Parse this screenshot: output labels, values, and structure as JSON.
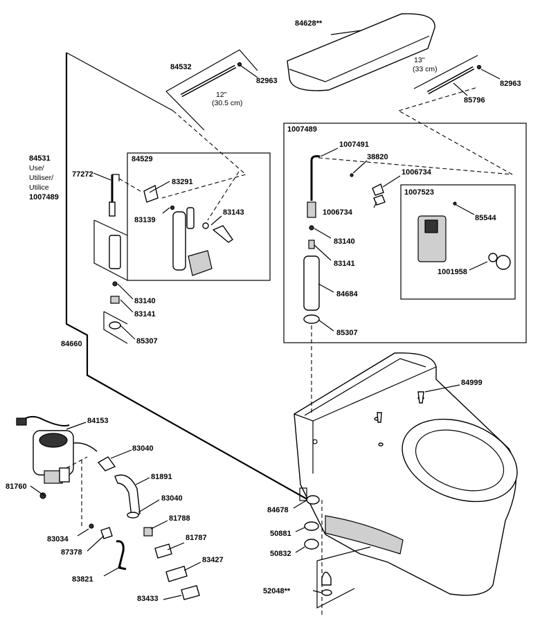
{
  "labels": {
    "l84628": "84628**",
    "l84532": "84532",
    "l82963a": "82963",
    "l12in": "12\"",
    "l12cm": "(30.5 cm)",
    "l13in": "13\"",
    "l13cm": "(33 cm)",
    "l82963b": "82963",
    "l85796": "85796",
    "l1007489": "1007489",
    "l1007491": "1007491",
    "l38820": "38820",
    "l1006734a": "1006734",
    "l1006734b": "1006734",
    "l1007523": "1007523",
    "l85544": "85544",
    "l83140b": "83140",
    "l83141b": "83141",
    "l1001958": "1001958",
    "l84684": "84684",
    "l85307b": "85307",
    "l84531": "84531",
    "lUse": "Use/",
    "lUtiliser": "Utiliser/",
    "lUtilice": "Utilice",
    "l1007489b": "1007489",
    "l84529": "84529",
    "l77272": "77272",
    "l83291": "83291",
    "l83143": "83143",
    "l83139": "83139",
    "l83140a": "83140",
    "l83141a": "83141",
    "l85307a": "85307",
    "l84660": "84660",
    "l84999": "84999",
    "l84153": "84153",
    "l83040a": "83040",
    "l81891": "81891",
    "l81760": "81760",
    "l83040b": "83040",
    "l81788": "81788",
    "l83034": "83034",
    "l87378": "87378",
    "l81787": "81787",
    "l83427": "83427",
    "l83821": "83821",
    "l83433": "83433",
    "l84678": "84678",
    "l50881": "50881",
    "l50832": "50832",
    "l52048": "52048**"
  }
}
